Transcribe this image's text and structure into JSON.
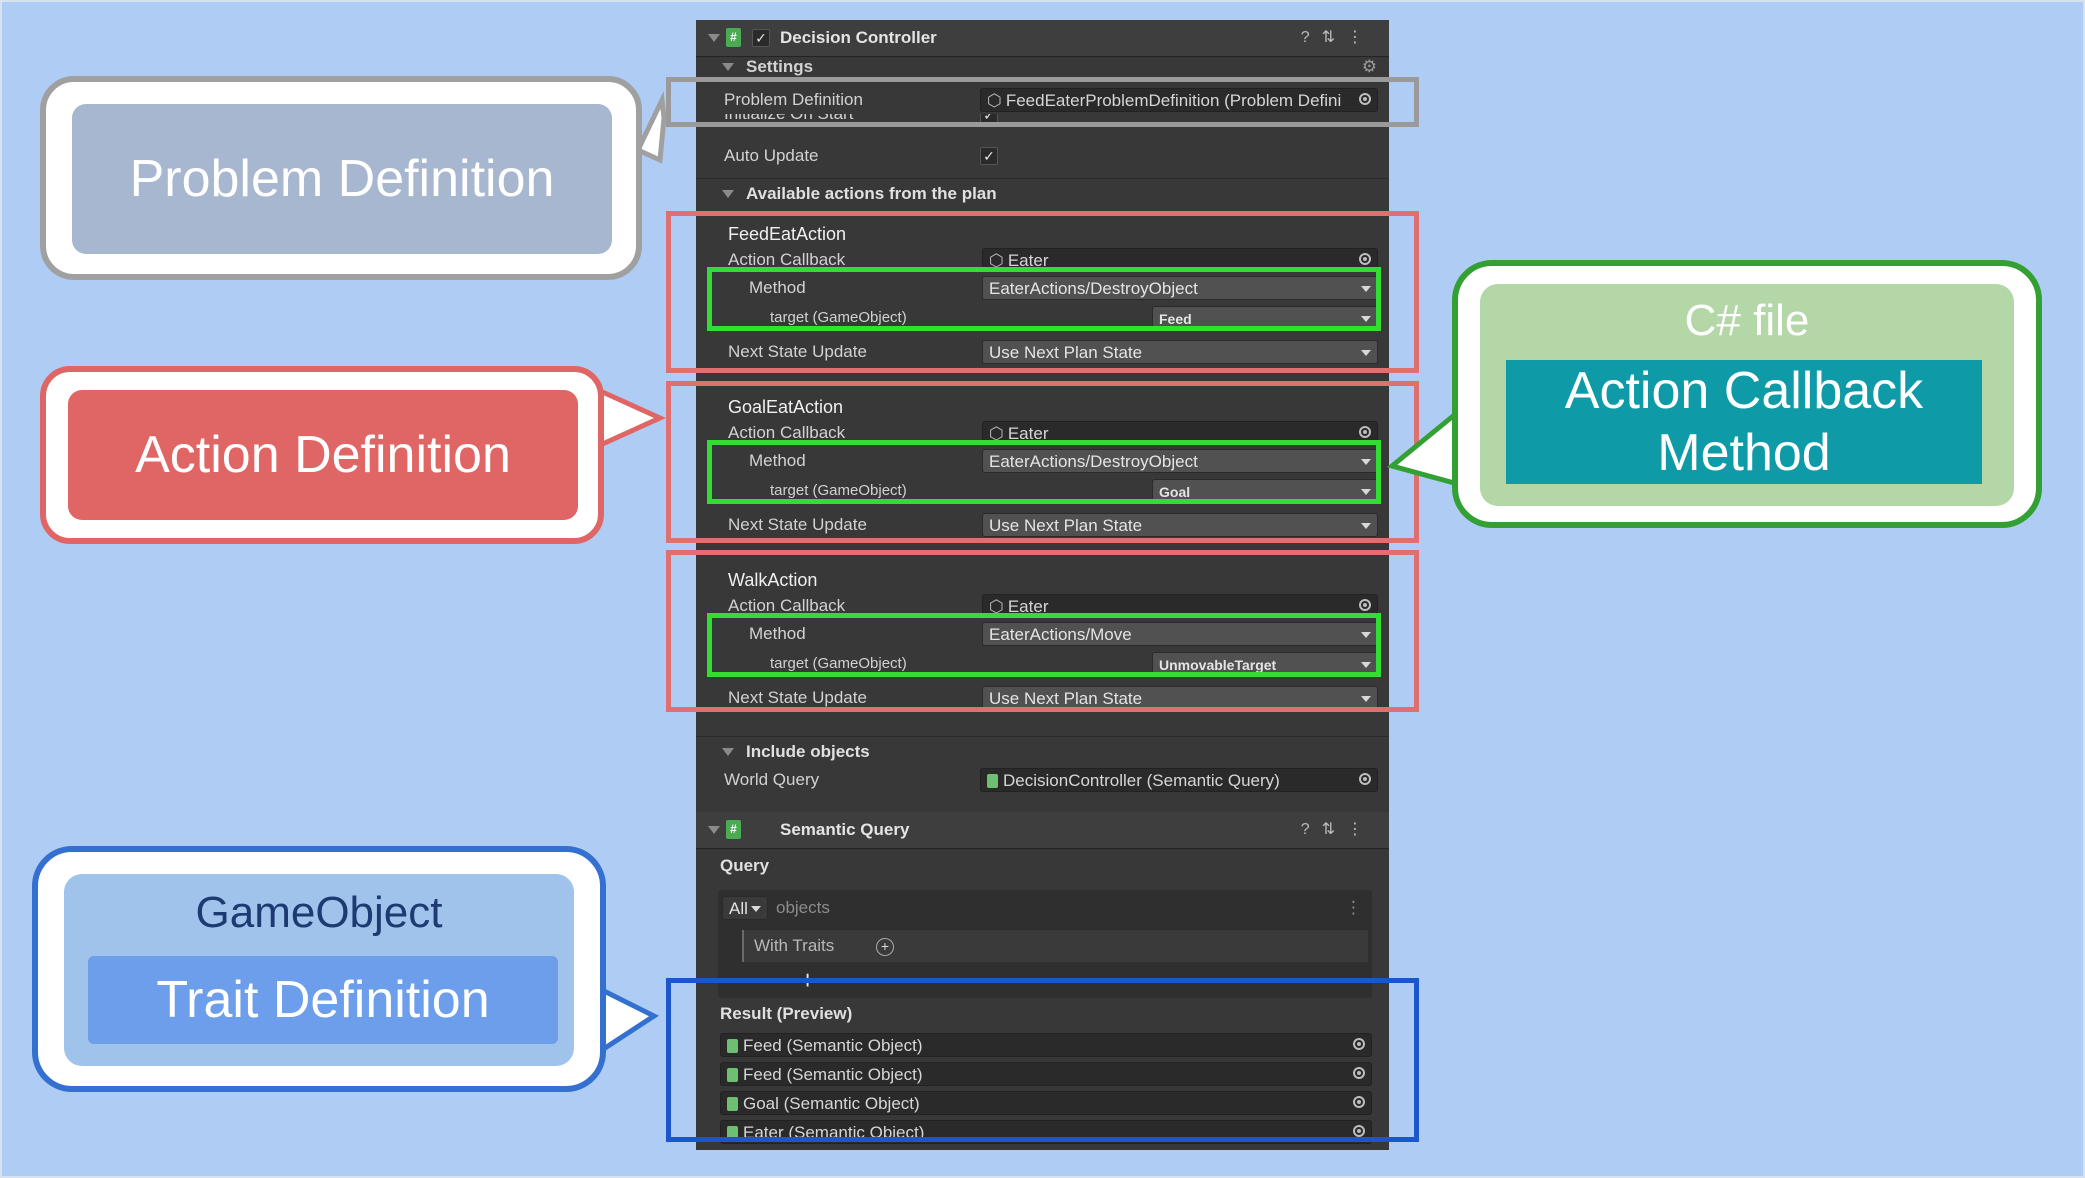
{
  "colors": {
    "background": "#afcdf4",
    "panel": "#383838",
    "gray_callout": "#a7b7d0",
    "red_callout": "#e06666",
    "green_callout": "#b4d7a8",
    "teal_box": "#0e9aa6",
    "blue_callout": "#9fc3ea",
    "blue_inner": "#6d9eeb",
    "green_highlight": "#33dd33",
    "red_highlight": "#e07070",
    "gray_highlight": "#9a9a9a",
    "blue_highlight": "#1a56cc"
  },
  "inspector": {
    "component": {
      "title": "Decision Controller",
      "enabled": true,
      "header_icons": [
        "help-icon",
        "preset-icon",
        "kebab-menu-icon"
      ]
    },
    "settings": {
      "label": "Settings",
      "problem_definition": {
        "label": "Problem Definition",
        "value": "FeedEaterProblemDefinition (Problem Defini"
      },
      "initialize_on_start": {
        "label": "Initialize On Start",
        "checked": true
      },
      "auto_update": {
        "label": "Auto Update",
        "checked": true
      }
    },
    "actions_section": "Available actions from the plan",
    "actions": [
      {
        "name": "FeedEatAction",
        "callback_label": "Action Callback",
        "callback_value": "Eater",
        "method_label": "Method",
        "method_value": "EaterActions/DestroyObject",
        "target_label": "target (GameObject)",
        "target_value": "Feed",
        "next_label": "Next State Update",
        "next_value": "Use Next Plan State"
      },
      {
        "name": "GoalEatAction",
        "callback_label": "Action Callback",
        "callback_value": "Eater",
        "method_label": "Method",
        "method_value": "EaterActions/DestroyObject",
        "target_label": "target (GameObject)",
        "target_value": "Goal",
        "next_label": "Next State Update",
        "next_value": "Use Next Plan State"
      },
      {
        "name": "WalkAction",
        "callback_label": "Action Callback",
        "callback_value": "Eater",
        "method_label": "Method",
        "method_value": "EaterActions/Move",
        "target_label": "target (GameObject)",
        "target_value": "UnmovableTarget",
        "next_label": "Next State Update",
        "next_value": "Use Next Plan State"
      }
    ],
    "include_section": "Include objects",
    "world_query": {
      "label": "World Query",
      "value": "DecisionController (Semantic Query)"
    },
    "semantic_query": {
      "title": "Semantic Query",
      "query_label": "Query",
      "filter_value": "All",
      "filter_suffix": "objects",
      "with_traits": "With Traits",
      "add_symbol": "+",
      "result_label": "Result (Preview)",
      "results": [
        "Feed (Semantic Object)",
        "Feed (Semantic Object)",
        "Goal (Semantic Object)",
        "Eater (Semantic Object)"
      ]
    }
  },
  "callouts": {
    "problem_definition": "Problem Definition",
    "action_definition": "Action Definition",
    "csharp_title": "C# file",
    "csharp_line1": "Action Callback",
    "csharp_line2": "Method",
    "gameobject_title": "GameObject",
    "trait_definition": "Trait Definition"
  }
}
